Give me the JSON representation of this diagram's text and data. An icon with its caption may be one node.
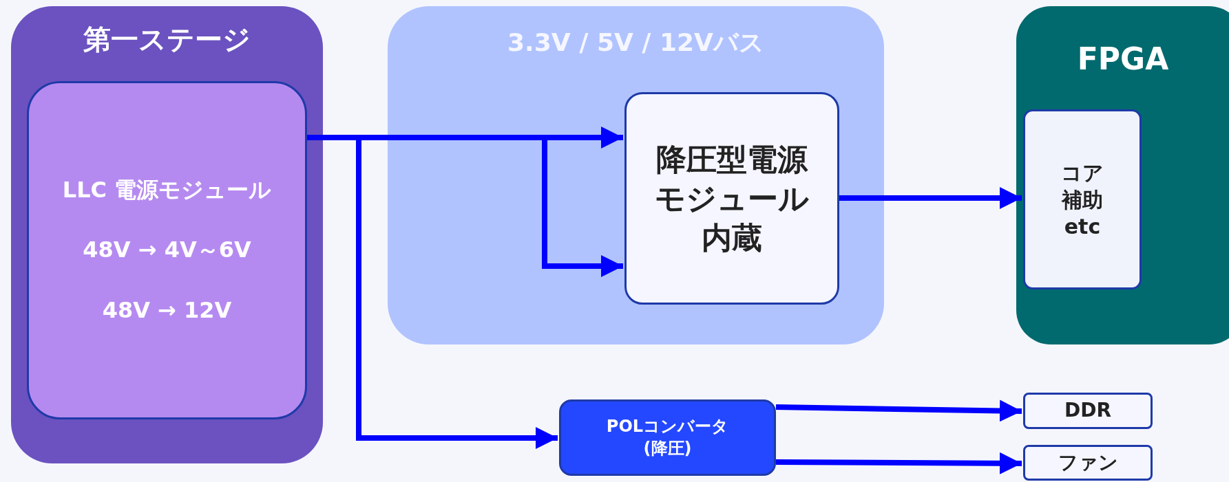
{
  "diagram": {
    "nodes": [
      {
        "text": [
          "第一ステージ"
        ]
      },
      {
        "text": [
          "LLC 電源モジュール",
          "48V → 4V～6V",
          "48V → 12V"
        ],
        "in": 0
      },
      {
        "text": [
          "3.3V / 5V / 12Vバス"
        ]
      },
      {
        "text": [
          "降圧型電源モジュール内蔵"
        ],
        "in": 2
      },
      {
        "text": [
          "FPGA"
        ]
      },
      {
        "text": [
          "コア補助 etc"
        ],
        "in": 4
      },
      {
        "text": [
          "POLコンバータ (降圧)"
        ]
      },
      {
        "text": [
          "DDR"
        ]
      },
      {
        "text": [
          "ファン"
        ]
      }
    ],
    "edges": [
      {
        "from": 1,
        "to": 3,
        "arrow": "to"
      },
      {
        "from": 1,
        "to": 3,
        "arrow": "to"
      },
      {
        "from": 1,
        "to": 6,
        "arrow": "to"
      },
      {
        "from": 3,
        "to": 5,
        "arrow": "to"
      },
      {
        "from": 6,
        "to": 7,
        "arrow": "to"
      },
      {
        "from": 6,
        "to": 8,
        "arrow": "to"
      }
    ]
  }
}
